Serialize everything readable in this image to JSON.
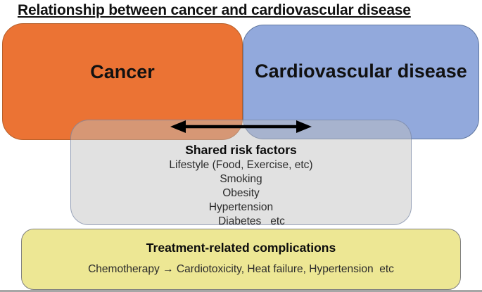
{
  "title": "Relationship between cancer and cardiovascular disease",
  "boxes": {
    "cancer": {
      "label": "Cancer",
      "fill": "#EB7334",
      "border": "#B55F2A"
    },
    "cardiovascular": {
      "label": "Cardiovascular disease",
      "fill": "#92A9DC",
      "border": "#60779F"
    },
    "shared": {
      "title": "Shared risk factors",
      "items": [
        "Lifestyle (Food, Exercise, etc)",
        "Smoking",
        "Obesity",
        "Hypertension",
        "Diabetes   etc"
      ],
      "fill": "#BFBFBF"
    },
    "treatment": {
      "title": "Treatment-related complications",
      "subtitle": "Chemotherapy → Cardiotoxicity, Heat failure, Hypertension  etc",
      "fill": "#EDE794"
    }
  },
  "arrow": {
    "type": "double-headed-horizontal",
    "color": "#000000"
  }
}
